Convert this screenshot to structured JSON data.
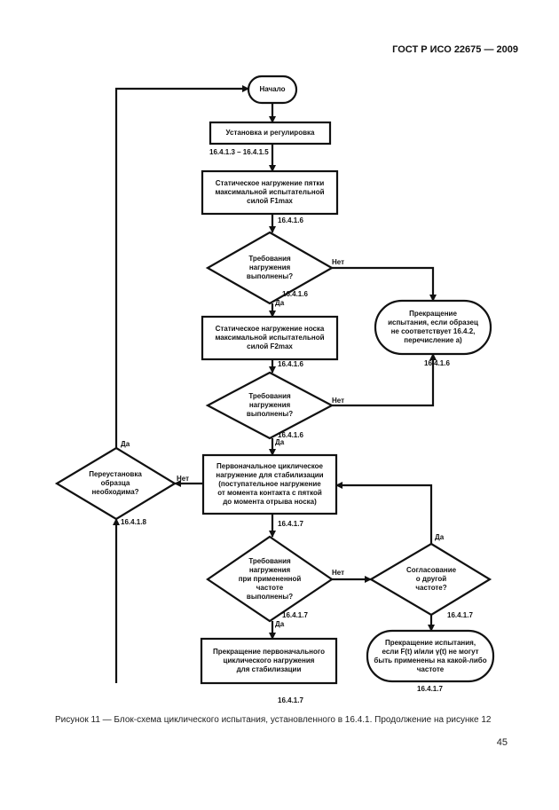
{
  "header": {
    "title": "ГОСТ Р ИСО 22675 — 2009"
  },
  "footer": {
    "caption": "Рисунок 11 — Блок-схема  циклического испытания, установленного в 16.4.1. Продолжение на рисунке 12",
    "page_number": "45"
  },
  "flowchart": {
    "nodes": {
      "start": "Начало",
      "setup": "Установка и регулировка",
      "static_heel": "Статическое нагружение пятки\nмаксимальной испытательной\nсилой F1max",
      "req1": "Требования\nнагружения\nвыполнены?",
      "static_toe": "Статическое нагружение носка\nмаксимальной испытательной\nсилой F2max",
      "req2": "Требования\nнагружения\nвыполнены?",
      "termination1": "Прекращение\nиспытания, если образец\nне соответствует 16.4.2,\nперечисление a)",
      "initial_cyclic": "Первоначальное циклическое\nнагружение для стабилизации\n(поступательное нагружение\nот момента контакта с пяткой\nдо момента отрыва носка)",
      "reinstall": "Переустановка\nобразца\nнеобходима?",
      "req3": "Требования\nнагружения\nпри примененной\nчастоте\nвыполнены?",
      "other_freq": "Согласование\nо другой\nчастоте?",
      "stop_initial": "Прекращение первоначального\nциклического нагружения\nдля стабилизации",
      "termination2": "Прекращение испытания,\nесли F(t) и/или γ(t) не могут\nбыть применены на какой-либо\nчастоте"
    },
    "refs": {
      "r1": "16.4.1.3 – 16.4.1.5",
      "r2": "16.4.1.6",
      "r3": "16.4.1.6",
      "r4": "16.4.1.6",
      "r5": "16.4.1.6",
      "r6": "16.4.1.6",
      "r7": "16.4.1.7",
      "r8": "16.4.1.7",
      "r9": "16.4.1.7",
      "r10": "16.4.1.7",
      "r11": "16.4.1.7",
      "r12": "16.4.1.8"
    },
    "labels": {
      "no1": "Нет",
      "yes1": "Да",
      "no2": "Нет",
      "yes2": "Да",
      "no3": "Нет",
      "yes3": "Да",
      "no4": "Нет",
      "yes4": "Да",
      "yes5": "Да"
    }
  }
}
